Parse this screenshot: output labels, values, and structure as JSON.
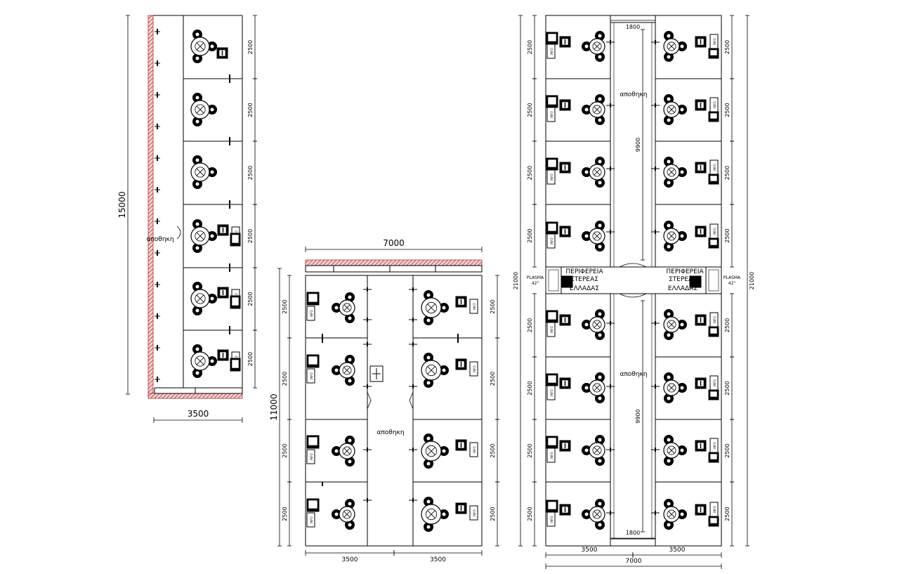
{
  "labels": {
    "storage": "αποθηκη",
    "region_line1": "ΠΕΡΙΦΕΡΕΙΑ",
    "region_line2": "ΣΤΕΡΕΑΣ",
    "region_line3": "ΕΛΛΑΔΑΣ",
    "plasma": "PLASMA",
    "plasma_size": "42\"",
    "info": "INFO"
  },
  "dimensions": {
    "module": "2500",
    "plan_a_height": "15000",
    "plan_a_width": "3500",
    "plan_b_width": "7000",
    "plan_b_height": "11000",
    "half_width": "3500",
    "plan_c_height": "21000",
    "plan_c_width": "7000",
    "corridor": "1800",
    "storage_length": "9900"
  }
}
